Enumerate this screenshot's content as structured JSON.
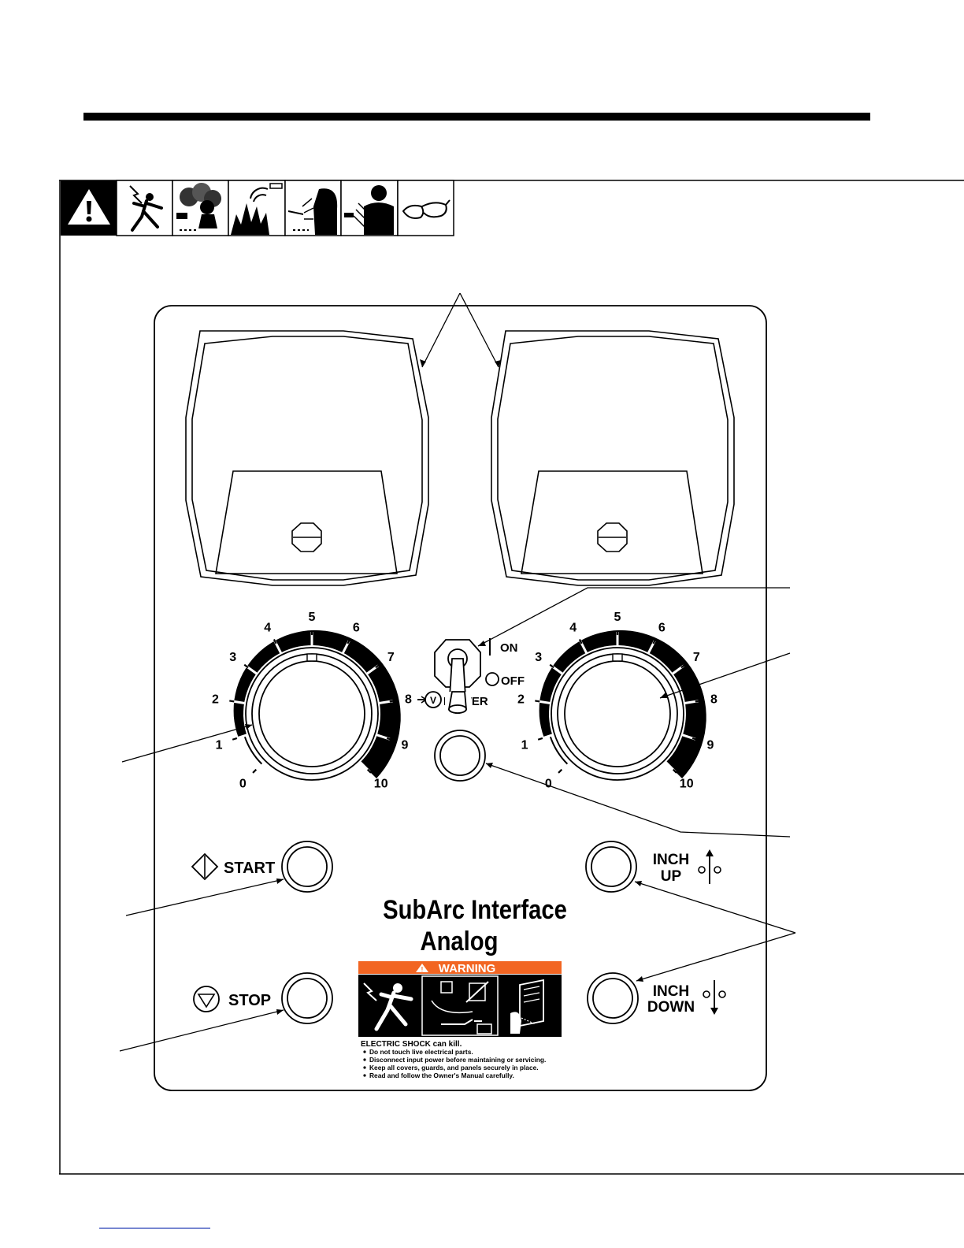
{
  "panel": {
    "title_line1": "SubArc  Interface",
    "title_line2": "Analog"
  },
  "dials": {
    "scale": [
      "0",
      "1",
      "2",
      "3",
      "4",
      "5",
      "6",
      "7",
      "8",
      "9",
      "10"
    ]
  },
  "power_switch": {
    "on_label": "ON",
    "off_label": "OFF",
    "power_label": "POWER",
    "voltmeter_symbol": "V"
  },
  "buttons": {
    "start_label": "START",
    "stop_label": "STOP",
    "inch_up_line1": "INCH",
    "inch_up_line2": "UP",
    "inch_down_line1": "INCH",
    "inch_down_line2": "DOWN"
  },
  "warning_label": {
    "header": "WARNING",
    "title": "ELECTRIC SHOCK can kill.",
    "bullets": [
      "Do not touch live electrical parts.",
      "Disconnect input power before maintaining or servicing.",
      "Keep all covers, guards, and panels securely in place.",
      "Read and follow the Owner's Manual carefully."
    ],
    "color": "#f26522"
  },
  "safety_icons": [
    "warning-triangle-icon",
    "electric-shock-icon",
    "fumes-icon",
    "fire-explosion-icon",
    "arc-rays-face-shield-icon",
    "hot-parts-icon",
    "safety-glasses-icon"
  ]
}
